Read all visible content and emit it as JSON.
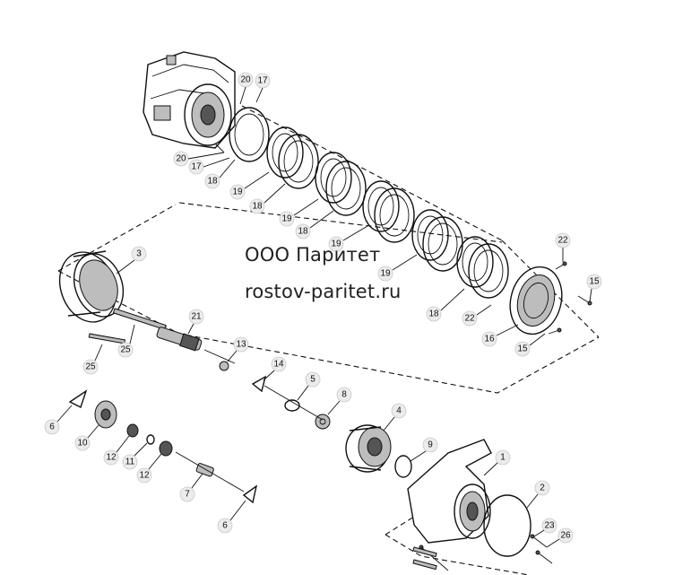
{
  "watermark": {
    "company": "ООО Паритет",
    "site": "rostov-paritet.ru"
  },
  "callouts": [
    {
      "id": "c20a",
      "label": "20"
    },
    {
      "id": "c17a",
      "label": "17"
    },
    {
      "id": "c20b",
      "label": "20"
    },
    {
      "id": "c17b",
      "label": "17"
    },
    {
      "id": "c18a",
      "label": "18"
    },
    {
      "id": "c19a",
      "label": "19"
    },
    {
      "id": "c18b",
      "label": "18"
    },
    {
      "id": "c19b",
      "label": "19"
    },
    {
      "id": "c18c",
      "label": "18"
    },
    {
      "id": "c19c",
      "label": "19"
    },
    {
      "id": "c19d",
      "label": "19"
    },
    {
      "id": "c18d",
      "label": "18"
    },
    {
      "id": "c22a",
      "label": "22"
    },
    {
      "id": "c22b",
      "label": "22"
    },
    {
      "id": "c15a",
      "label": "15"
    },
    {
      "id": "c16",
      "label": "16"
    },
    {
      "id": "c15b",
      "label": "15"
    },
    {
      "id": "c3",
      "label": "3"
    },
    {
      "id": "c21",
      "label": "21"
    },
    {
      "id": "c25a",
      "label": "25"
    },
    {
      "id": "c25b",
      "label": "25"
    },
    {
      "id": "c13",
      "label": "13"
    },
    {
      "id": "c14",
      "label": "14"
    },
    {
      "id": "c5",
      "label": "5"
    },
    {
      "id": "c8",
      "label": "8"
    },
    {
      "id": "c4",
      "label": "4"
    },
    {
      "id": "c9",
      "label": "9"
    },
    {
      "id": "c1",
      "label": "1"
    },
    {
      "id": "c2",
      "label": "2"
    },
    {
      "id": "c23",
      "label": "23"
    },
    {
      "id": "c26",
      "label": "26"
    },
    {
      "id": "c6a",
      "label": "6"
    },
    {
      "id": "c10",
      "label": "10"
    },
    {
      "id": "c12a",
      "label": "12"
    },
    {
      "id": "c11",
      "label": "11"
    },
    {
      "id": "c12b",
      "label": "12"
    },
    {
      "id": "c7",
      "label": "7"
    },
    {
      "id": "c6b",
      "label": "6"
    }
  ]
}
